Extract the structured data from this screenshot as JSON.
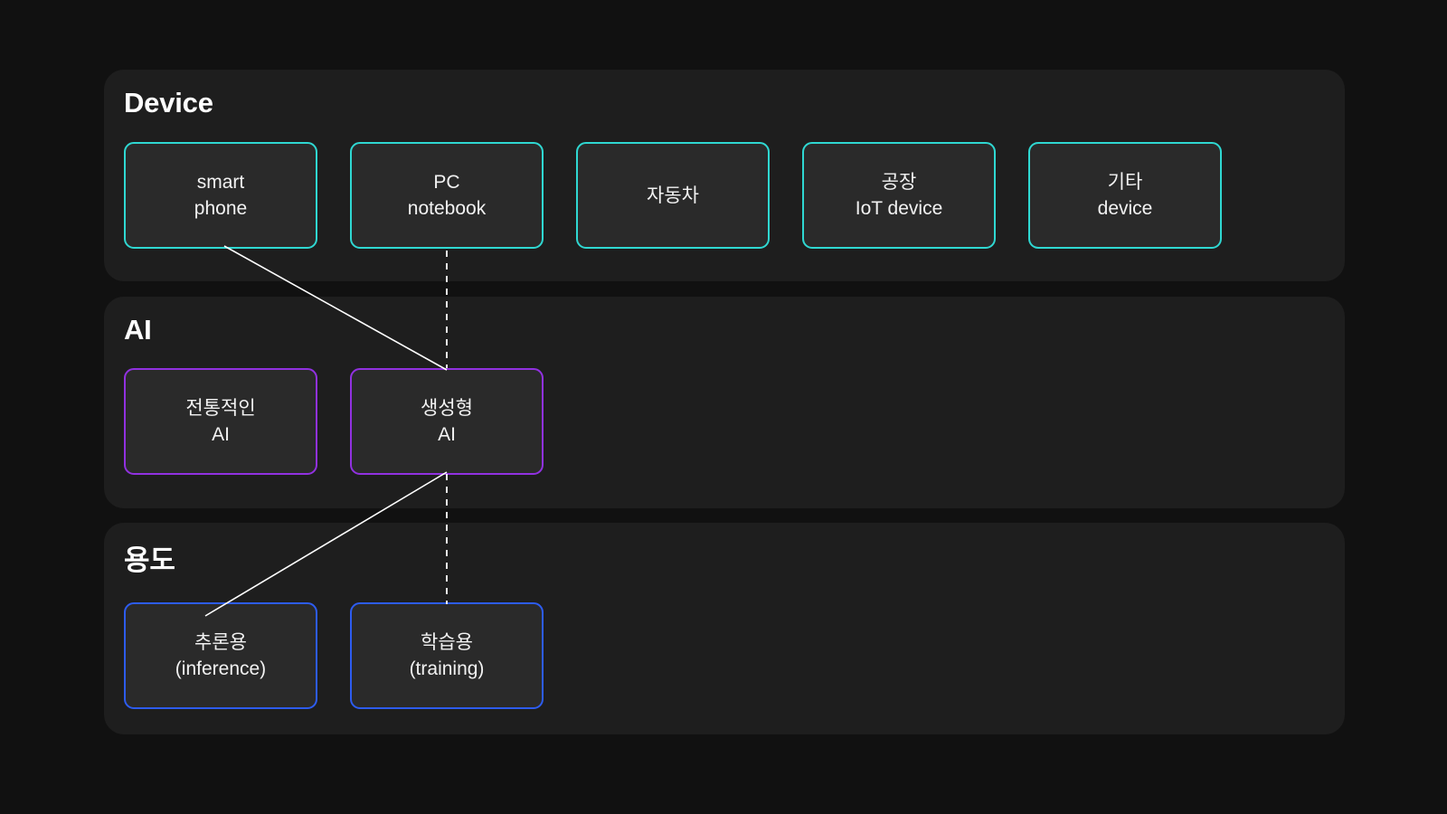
{
  "canvas": {
    "background": "#111111",
    "panel_background": "#1e1e1e",
    "node_background": "#2a2a2a",
    "text_color": "#f2f2f2",
    "title_color": "#ffffff",
    "connector_color": "#ffffff"
  },
  "sections": [
    {
      "id": "device",
      "title": "Device",
      "accent": "#2fd8d2",
      "nodes": [
        {
          "id": "smart-phone",
          "line1": "smart",
          "line2": "phone"
        },
        {
          "id": "pc-notebook",
          "line1": "PC",
          "line2": "notebook"
        },
        {
          "id": "car",
          "line1": "자동차",
          "line2": ""
        },
        {
          "id": "factory-iot",
          "line1": "공장",
          "line2": "IoT device"
        },
        {
          "id": "other-device",
          "line1": "기타",
          "line2": "device"
        }
      ]
    },
    {
      "id": "ai",
      "title": "AI",
      "accent": "#9131e0",
      "nodes": [
        {
          "id": "traditional-ai",
          "line1": "전통적인",
          "line2": "AI"
        },
        {
          "id": "generative-ai",
          "line1": "생성형",
          "line2": "AI"
        }
      ]
    },
    {
      "id": "purpose",
      "title": "용도",
      "accent": "#2d5cf0",
      "nodes": [
        {
          "id": "inference",
          "line1": "추론용",
          "line2": "(inference)"
        },
        {
          "id": "training",
          "line1": "학습용",
          "line2": "(training)"
        }
      ]
    }
  ],
  "connectors": [
    {
      "id": "smartphone-to-generative-ai",
      "style": "solid",
      "from": "smart-phone",
      "to": "generative-ai"
    },
    {
      "id": "pc-to-generative-ai",
      "style": "dashed",
      "from": "pc-notebook",
      "to": "generative-ai"
    },
    {
      "id": "generative-ai-to-inference",
      "style": "solid",
      "from": "generative-ai",
      "to": "inference"
    },
    {
      "id": "generative-ai-to-training",
      "style": "dashed",
      "from": "generative-ai",
      "to": "training"
    }
  ]
}
